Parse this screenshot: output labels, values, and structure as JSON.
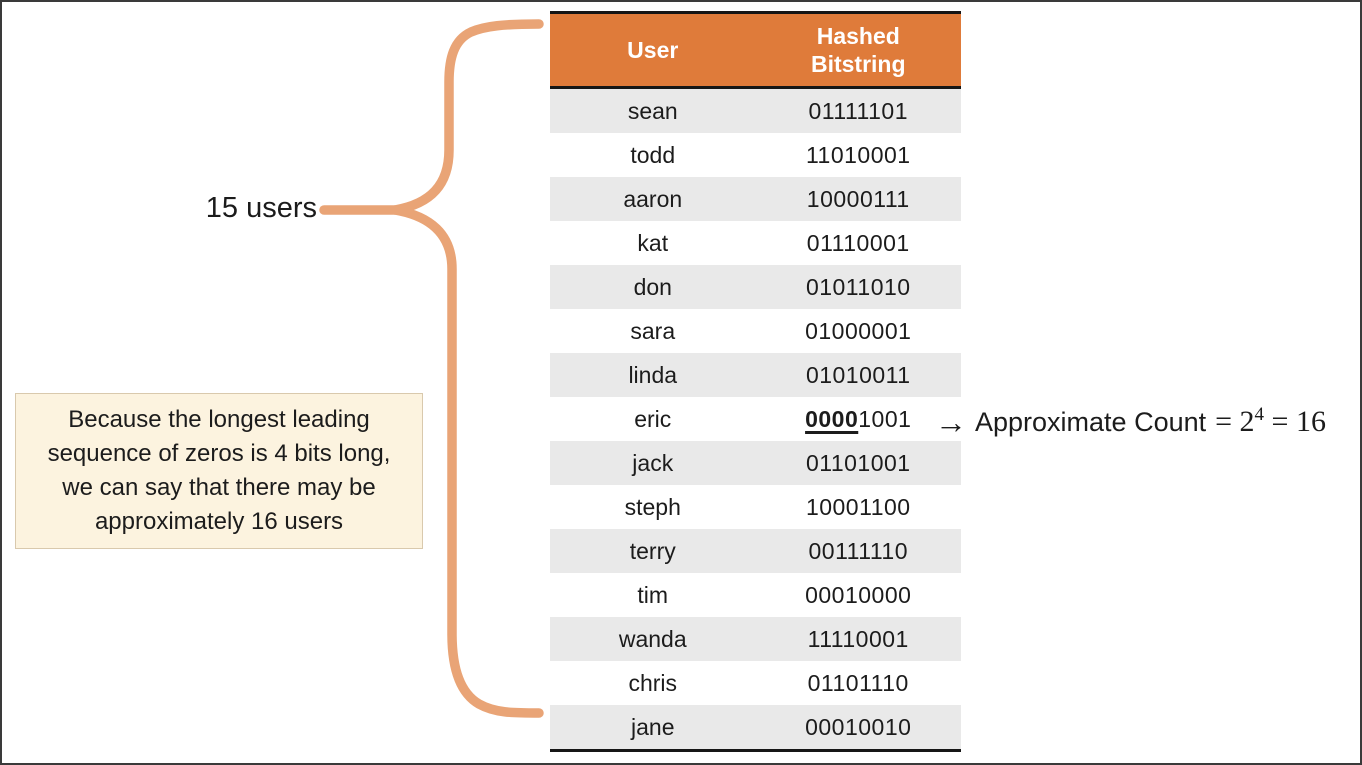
{
  "brace": {
    "label": "15 users",
    "color": "#e9a476"
  },
  "note": {
    "lines": [
      "Because the longest leading",
      "sequence of zeros is 4 bits long,",
      "we can say that there may be",
      "approximately 16 users"
    ],
    "background": "#fcf3df",
    "border_color": "#d9c9ad"
  },
  "table": {
    "header": {
      "user": "User",
      "bits": "Hashed Bitstring",
      "background": "#df7b3a",
      "text_color": "#ffffff"
    },
    "row_alt_color": "#e9e9e9",
    "rows": [
      {
        "user": "sean",
        "bits": "01111101"
      },
      {
        "user": "todd",
        "bits": "11010001"
      },
      {
        "user": "aaron",
        "bits": "10000111"
      },
      {
        "user": "kat",
        "bits": "01110001"
      },
      {
        "user": "don",
        "bits": "01011010"
      },
      {
        "user": "sara",
        "bits": "01000001"
      },
      {
        "user": "linda",
        "bits": "01010011"
      },
      {
        "user": "eric",
        "bits_emph": "0000",
        "bits_rest": "1001"
      },
      {
        "user": "jack",
        "bits": "01101001"
      },
      {
        "user": "steph",
        "bits": "10001100"
      },
      {
        "user": "terry",
        "bits": "00111110"
      },
      {
        "user": "tim",
        "bits": "00010000"
      },
      {
        "user": "wanda",
        "bits": "11110001"
      },
      {
        "user": "chris",
        "bits": "01101110"
      },
      {
        "user": "jane",
        "bits": "00010010"
      }
    ]
  },
  "annotation": {
    "arrow": "→",
    "label": "Approximate Count",
    "math_pre": "= 2",
    "math_exp": "4",
    "math_post": " = 16"
  }
}
